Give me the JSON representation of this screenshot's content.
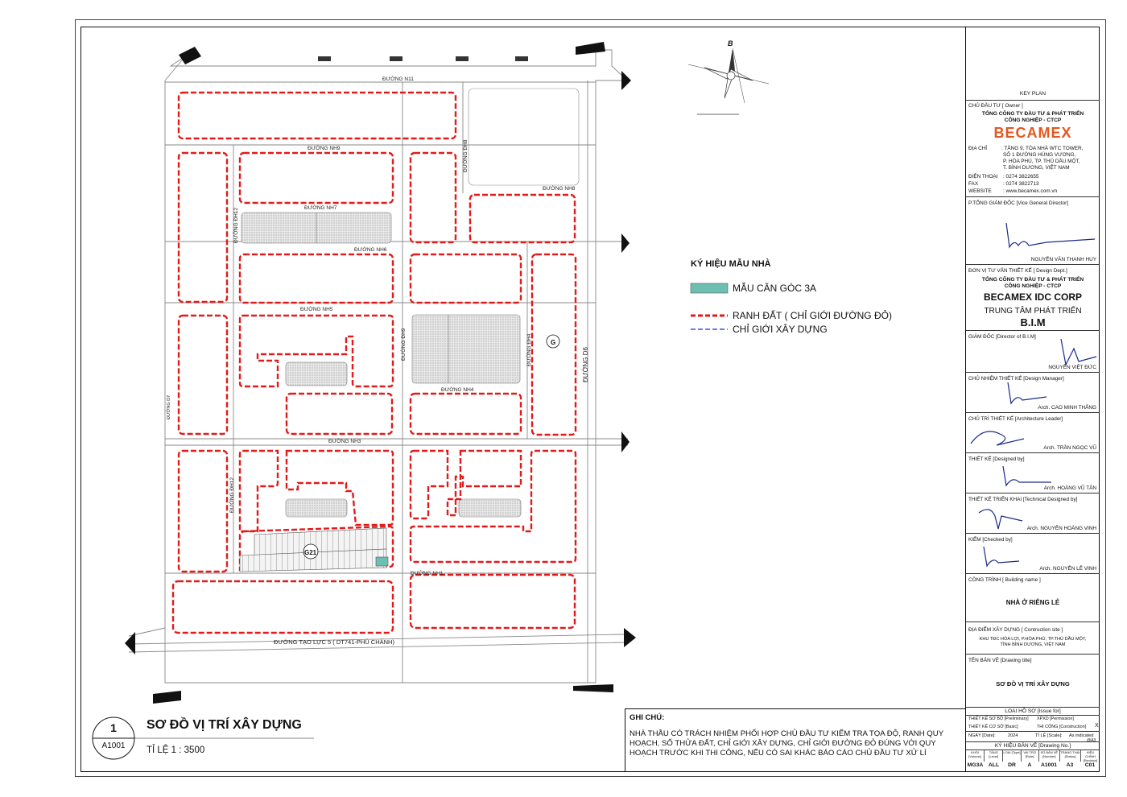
{
  "map": {
    "north_label": "B",
    "roads": {
      "n11": "ĐƯỜNG N11",
      "nh9": "ĐƯỜNG NH9",
      "dh8": "ĐƯỜNG ĐH8",
      "nh8": "ĐƯỜNG NH8",
      "nh7": "ĐƯỜNG NH7",
      "dh12_top": "ĐƯỜNG ĐH12",
      "nh6": "ĐƯỜNG NH6",
      "nh5": "ĐƯỜNG NH5",
      "dh9": "ĐƯỜNG ĐH9",
      "dh4": "ĐƯỜNG ĐH4",
      "d6": "ĐƯỜNG D6",
      "nh4": "ĐƯỜNG NH4",
      "d7": "ĐƯỜNG D7",
      "nh3": "ĐƯỜNG NH3",
      "dh12_bottom": "ĐƯỜNG ĐH12",
      "nh1": "ĐƯỜNG NH1",
      "tao_luc": "ĐƯỜNG TẠO LỰC 5 ( DT741-PHÚ CHÁNH)"
    },
    "block_labels": {
      "g": "G",
      "g21": "G21"
    }
  },
  "legend": {
    "title": "KÝ HIỆU MẪU NHÀ",
    "items": [
      {
        "label": "MẪU CĂN GÓC 3A",
        "color": "#6dbfb1"
      },
      {
        "label": "RANH ĐẤT ( CHỈ GIỚI ĐƯỜNG ĐỎ)",
        "color": "#e11b1b"
      },
      {
        "label": "CHỈ GIỚI XÂY DỰNG",
        "color": "#1b2fd0"
      }
    ]
  },
  "drawing": {
    "number": "1",
    "code": "A1001",
    "title": "SƠ ĐỒ VỊ TRÍ XÂY DỰNG",
    "scale": "TỈ LỆ 1 : 3500"
  },
  "notes": {
    "title": "GHI CHÚ:",
    "body": "NHÀ THẦU CÓ TRÁCH NHIỆM PHỐI HỢP CHỦ ĐẦU TƯ KIỂM TRA TỌA ĐỘ, RANH QUY HOẠCH, SỐ THỬA ĐẤT, CHỈ GIỚI XÂY DỰNG, CHỈ GIỚI ĐƯỜNG ĐỎ ĐÚNG VỚI QUY HOẠCH TRƯỚC KHI THI CÔNG, NẾU CÓ SAI KHÁC BÁO CÁO CHỦ ĐẦU TƯ XỬ LÍ"
  },
  "title_block": {
    "key_plan": "KEY PLAN",
    "owner_label": "CHỦ ĐẦU TƯ  [ Owner ]",
    "owner_name1": "TỔNG CÔNG TY ĐẦU TƯ & PHÁT TRIỂN",
    "owner_name2": "CÔNG NGHIỆP - CTCP",
    "brand": "BECAMEX",
    "address_label": "ĐỊA CHỈ",
    "address_lines": [
      ": TẦNG 9, TÒA NHÀ WTC TOWER,",
      "SỐ 1 ĐƯỜNG HÙNG VƯƠNG,",
      "P. HÒA PHÚ, TP. THỦ DẦU MỘT,",
      "T. BÌNH DƯƠNG, VIỆT NAM"
    ],
    "phone_label": "ĐIỆN THOẠI",
    "phone": ": 0274 3822655",
    "fax_label": "FAX",
    "fax": ": 0274 3822713",
    "website_label": "WEBSITE",
    "website": ": www.becamex.com.vn",
    "vgd_label": "P.TỔNG GIÁM ĐỐC [Vice General Director]",
    "vgd_name": "NGUYỄN VĂN THANH HUY",
    "design_dept_label": "ĐƠN VỊ TƯ VẤN THIẾT KẾ  [ Design Dept.]",
    "design_dept_name1": "TỔNG CÔNG TY ĐẦU TƯ & PHÁT TRIỂN",
    "design_dept_name2": "CÔNG NGHIỆP - CTCP",
    "idc": "BECAMEX IDC CORP",
    "center": "TRUNG TÂM PHÁT TRIỂN",
    "bim": "B.I.M",
    "director_label": "GIÁM ĐỐC [Director of B.I.M]",
    "director_name": "NGUYỄN VIỆT ĐỨC",
    "manager_label": "CHỦ NHIỆM THIẾT KẾ [Design Manager]",
    "manager_name": "Arch. CAO MINH THẮNG",
    "leader_label": "CHỦ TRÌ THIẾT KẾ [Architecture Leader]",
    "leader_name": "Arch. TRẦN NGỌC VŨ",
    "designed_label": "THIẾT KẾ [Designed by]",
    "designed_name": "Arch. HOÀNG VŨ TÂN",
    "tech_label": "THIẾT KẾ TRIỂN KHAI [Technical Designed by]",
    "tech_name": "Arch. NGUYỄN HOÀNG VINH",
    "checked_label": "KIỂM [Checked by]",
    "checked_name": "Arch. NGUYỄN LÊ VINH",
    "building_label": "CÔNG TRÌNH  [ Building name ]",
    "building_name": "NHÀ Ở RIÊNG LẺ",
    "site_label": "ĐỊA ĐIỂM XÂY DỰNG [ Contruction site ]",
    "site_lines": [
      "KHU TĐC HÒA LỢI, P.HÒA PHÚ, TP.THỦ DẦU MỘT,",
      "TỈNH BÌNH DƯƠNG, VIỆT NAM"
    ],
    "drawing_title_label": "TÊN BẢN VẼ  [Drawing title]",
    "drawing_title": "SƠ ĐỒ VỊ TRÍ XÂY DỰNG",
    "issue_label": "LOẠI HỒ SƠ  [Issue for]",
    "issue_rows": [
      [
        "THIẾT KẾ SƠ BỘ [Preliminary]",
        "XPXD [Permission]"
      ],
      [
        "THIẾT KẾ CƠ SỞ [Basic]",
        "THI CÔNG [Construction]"
      ]
    ],
    "date_label": "NGÀY [Date]:",
    "date": "2024",
    "scale_label": "TỈ LỆ [Scale]:",
    "scale": "As indicated",
    "scale_paper": "@A3",
    "checkmark": "X",
    "drawing_no_label": "KÝ HIỆU BẢN VẼ  [Drawing No.]",
    "code_heads": [
      "KHỐI [Volume]",
      "TẦNG [Level]",
      "LOẠI [Type]",
      "VAI TRÒ [Role]",
      "SỐ BẢN VẼ [Number]",
      "TRẠNG THÁI [Status]",
      "HIỆU CHỈNH [Revision]"
    ],
    "code_vals": [
      "MG3A",
      "ALL",
      "DR",
      "A",
      "A1001",
      "A3",
      "C01"
    ]
  }
}
